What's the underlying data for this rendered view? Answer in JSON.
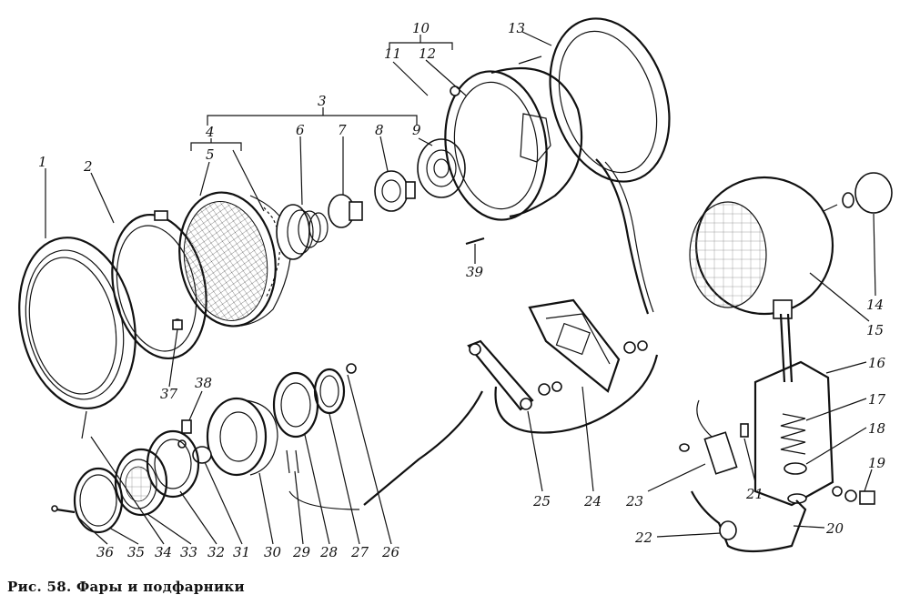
{
  "caption": "Рис. 58. Фары и подфарники",
  "labels": [
    "1",
    "2",
    "3",
    "4",
    "5",
    "6",
    "7",
    "8",
    "9",
    "10",
    "11",
    "12",
    "13",
    "14",
    "15",
    "16",
    "17",
    "18",
    "19",
    "20",
    "21",
    "22",
    "23",
    "24",
    "25",
    "26",
    "27",
    "28",
    "29",
    "30",
    "31",
    "32",
    "33",
    "34",
    "35",
    "36",
    "37",
    "38",
    "39"
  ]
}
